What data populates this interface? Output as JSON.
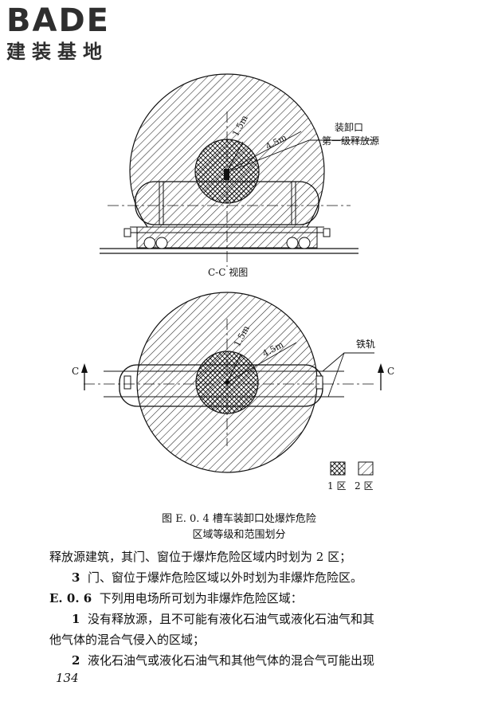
{
  "logo": {
    "brand": "BADE",
    "subtitle": "建装基地"
  },
  "figure": {
    "top_labels": {
      "r1": "1.5m",
      "r2": "4.5m",
      "note1": "装卸口",
      "note2": "第一级释放源",
      "view": "C-C 视图"
    },
    "bottom_labels": {
      "r1": "1.5m",
      "r2": "4.5m",
      "rail": "铁轨",
      "c_left": "C",
      "c_right": "C"
    },
    "legend": [
      {
        "label": "1 区",
        "pattern": "crosshatch"
      },
      {
        "label": "2 区",
        "pattern": "diagonal"
      }
    ],
    "caption_line1": "图 E. 0. 4    槽车装卸口处爆炸危险",
    "caption_line2": "区域等级和范围划分"
  },
  "text": {
    "p1": "释放源建筑，其门、窗位于爆炸危险区域内时划为 2 区；",
    "p2_num": "3",
    "p2": "门、窗位于爆炸危险区域以外时划为非爆炸危险区。",
    "p3_num": "E. 0. 6",
    "p3": "下列用电场所可划为非爆炸危险区域：",
    "p4_num": "1",
    "p4": "没有释放源，且不可能有液化石油气或液化石油气和其",
    "p5": "他气体的混合气侵入的区域；",
    "p6_num": "2",
    "p6": "液化石油气或液化石油气和其他气体的混合气可能出现"
  },
  "page_number": "134"
}
